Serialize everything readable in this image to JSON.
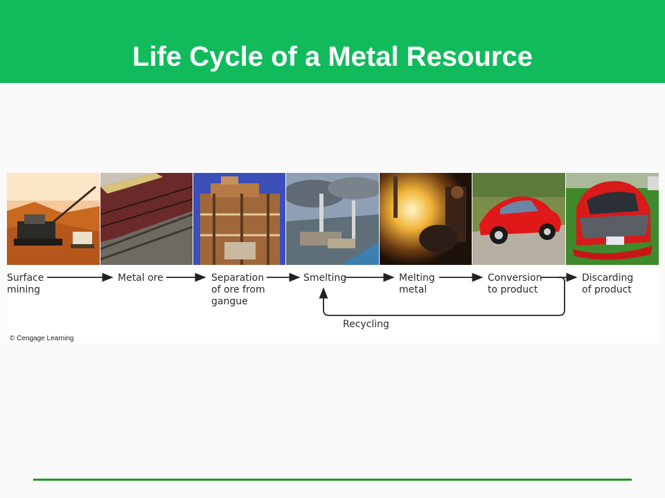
{
  "slide": {
    "title": "Life Cycle of a Metal Resource"
  },
  "diagram": {
    "stages": [
      {
        "label": "Surface\nmining",
        "photo": "surface-mining-photo"
      },
      {
        "label": "Metal ore",
        "photo": "ore-railcars-photo"
      },
      {
        "label": "Separation\nof ore from\ngangue",
        "photo": "separation-plant-photo"
      },
      {
        "label": "Smelting",
        "photo": "smelter-smokestacks-photo"
      },
      {
        "label": "Melting\nmetal",
        "photo": "molten-metal-photo"
      },
      {
        "label": "Conversion\nto product",
        "photo": "red-car-photo"
      },
      {
        "label": "Discarding\nof product",
        "photo": "wrecked-car-photo"
      }
    ],
    "recycling_label": "Recycling",
    "credit": "© Cengage Learning"
  },
  "colors": {
    "title_bar": "#11bb5c",
    "footer_rule": "#1c9a1c",
    "arrow": "#222222"
  }
}
